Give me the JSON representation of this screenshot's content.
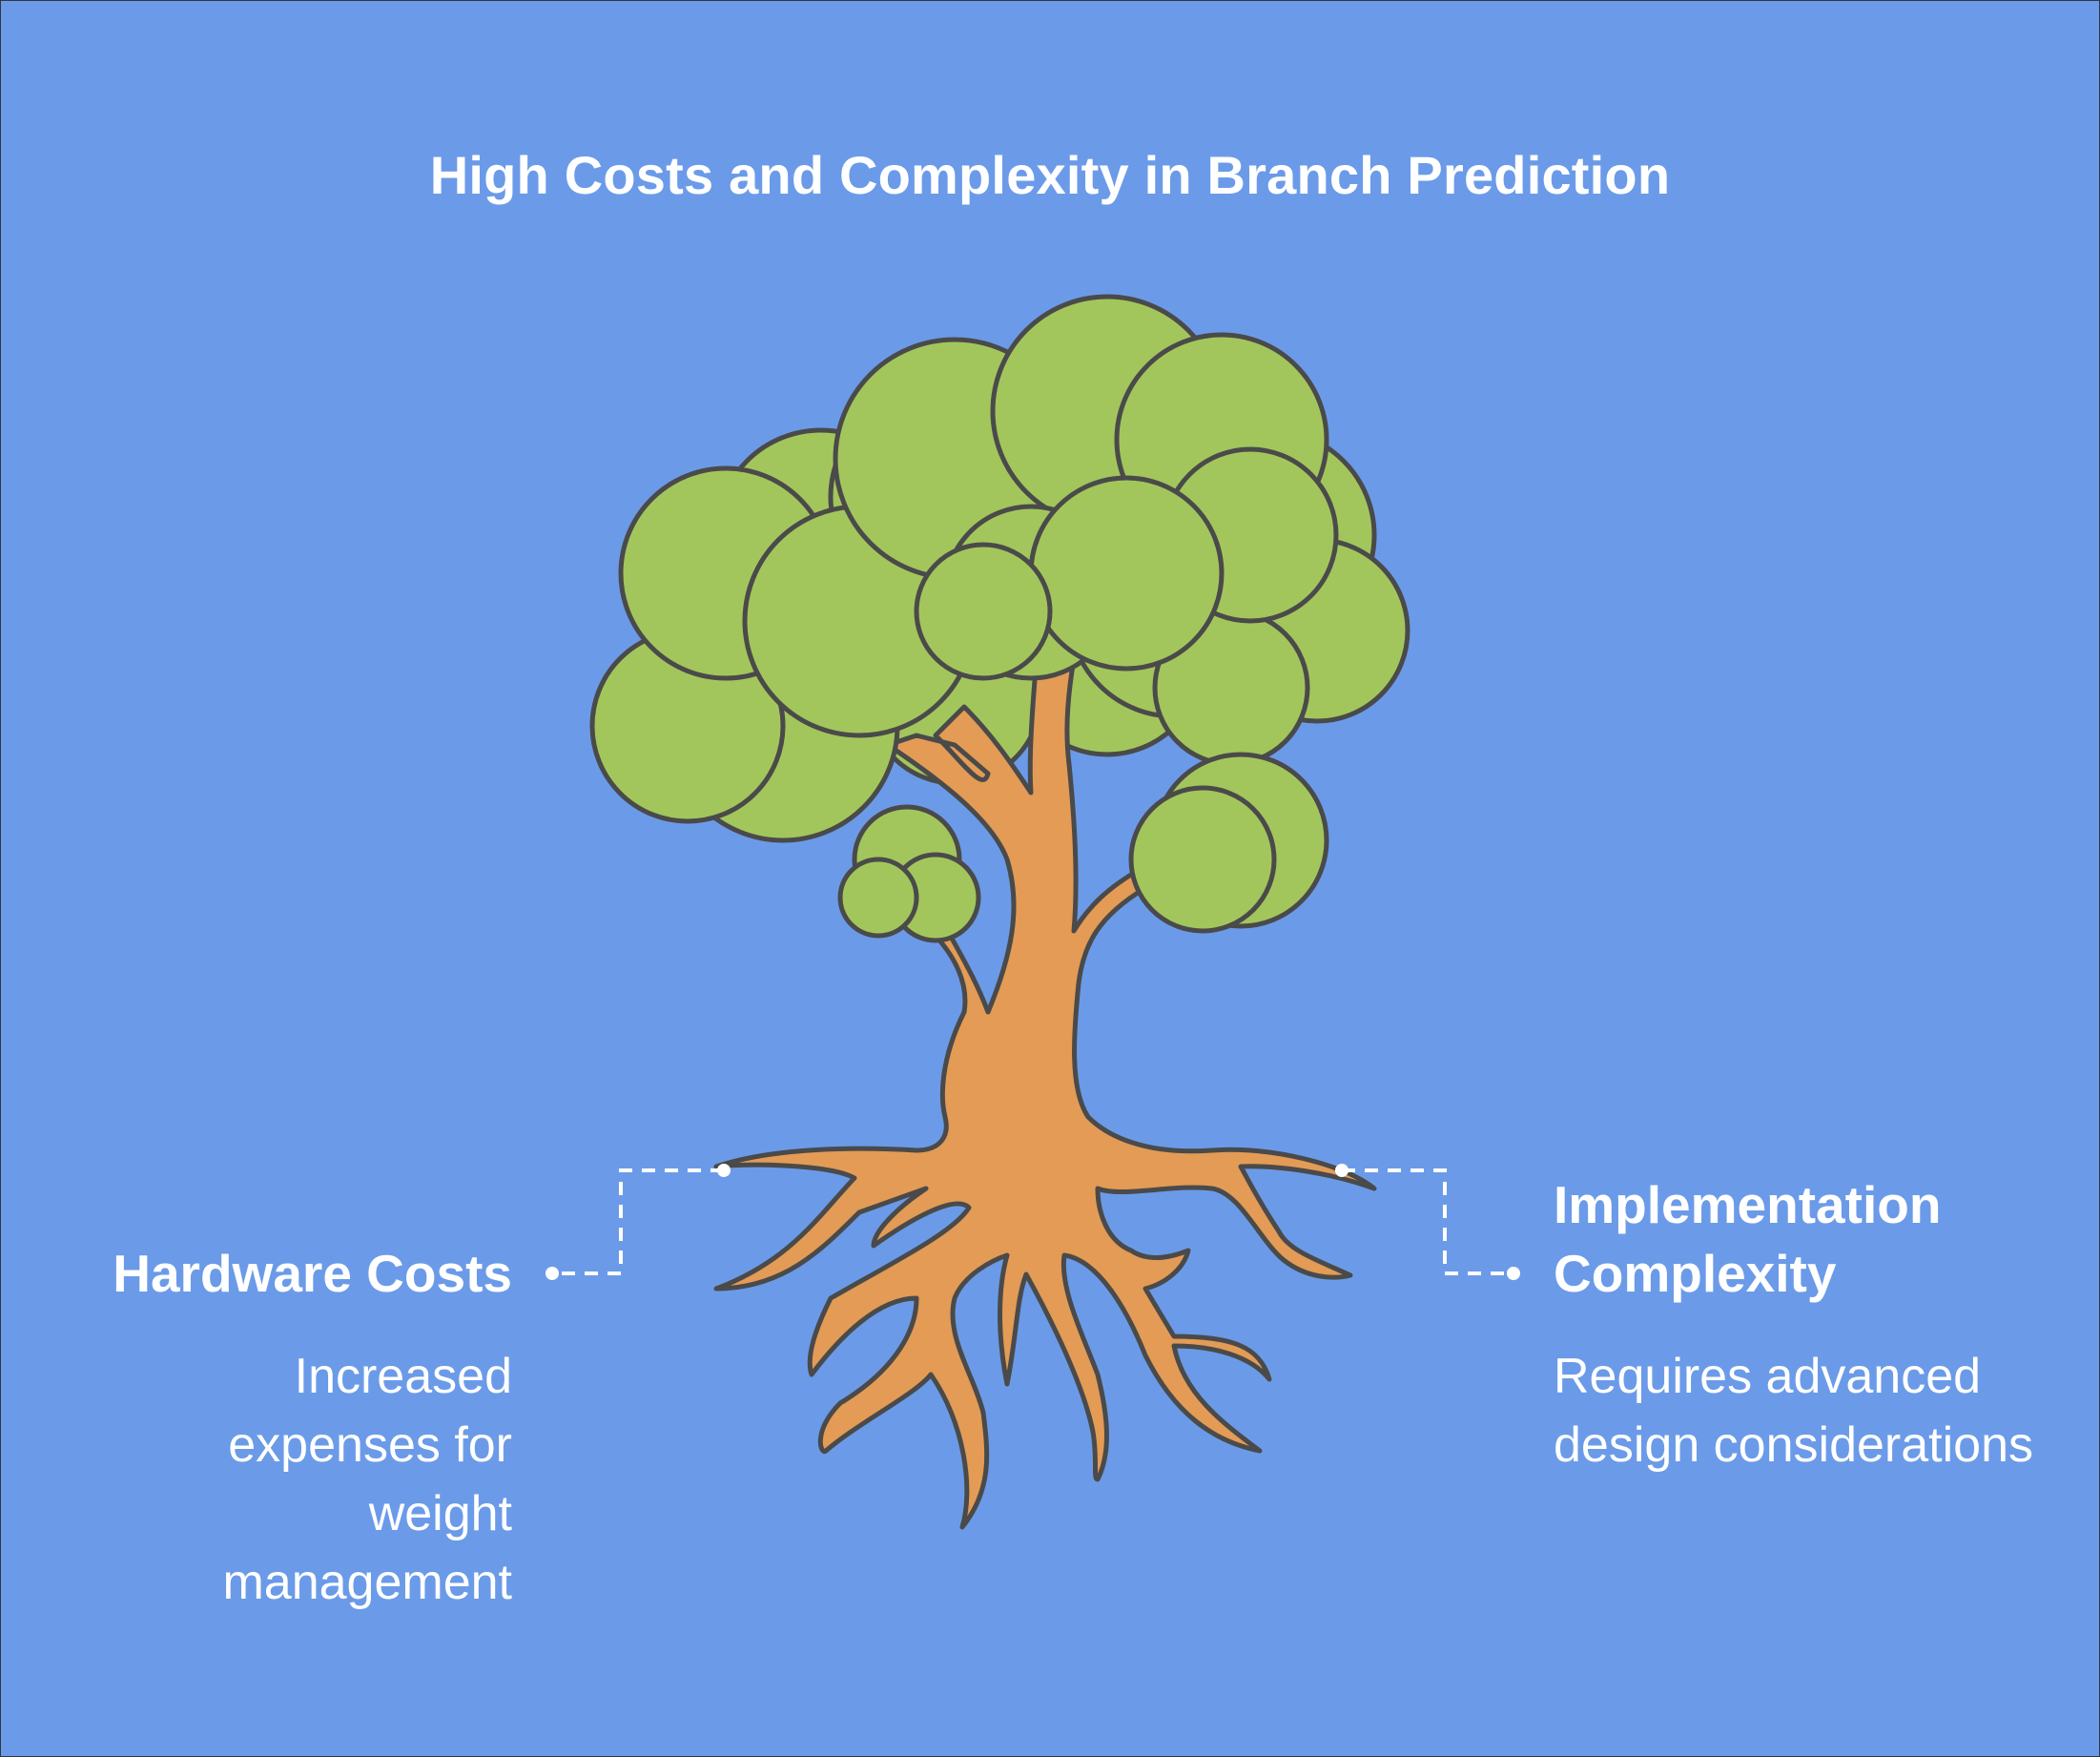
{
  "title": "High Costs and Complexity in Branch Prediction",
  "colors": {
    "background": "#6b9be8",
    "foliage": "#a2c65c",
    "trunk": "#e39b55",
    "outline": "#4a4a4a",
    "text": "#ffffff"
  },
  "callouts": [
    {
      "side": "left",
      "heading": "Hardware Costs",
      "description": "Increased expenses for weight management"
    },
    {
      "side": "right",
      "heading": "Implementation Complexity",
      "description": "Requires advanced design considerations"
    }
  ],
  "illustration": {
    "subject": "tree-with-roots-icon"
  }
}
